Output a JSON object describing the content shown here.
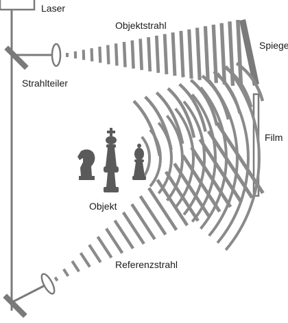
{
  "labels": {
    "laser": "Laser",
    "object_beam": "Objektstrahl",
    "mirror": "Spiegel",
    "beam_splitter": "Strahlteiler",
    "film": "Film",
    "object": "Objekt",
    "reference_beam": "Referenzstrahl"
  },
  "colors": {
    "stroke": "#7a7a7a",
    "wave": "#8a8a8a",
    "dark": "#5a5a5a",
    "text": "#1a1a1a"
  },
  "icons": [
    "laser-box",
    "beam-splitter-mirror",
    "lens",
    "mirror",
    "film-plate",
    "chess-knight",
    "chess-king",
    "chess-bishop"
  ]
}
